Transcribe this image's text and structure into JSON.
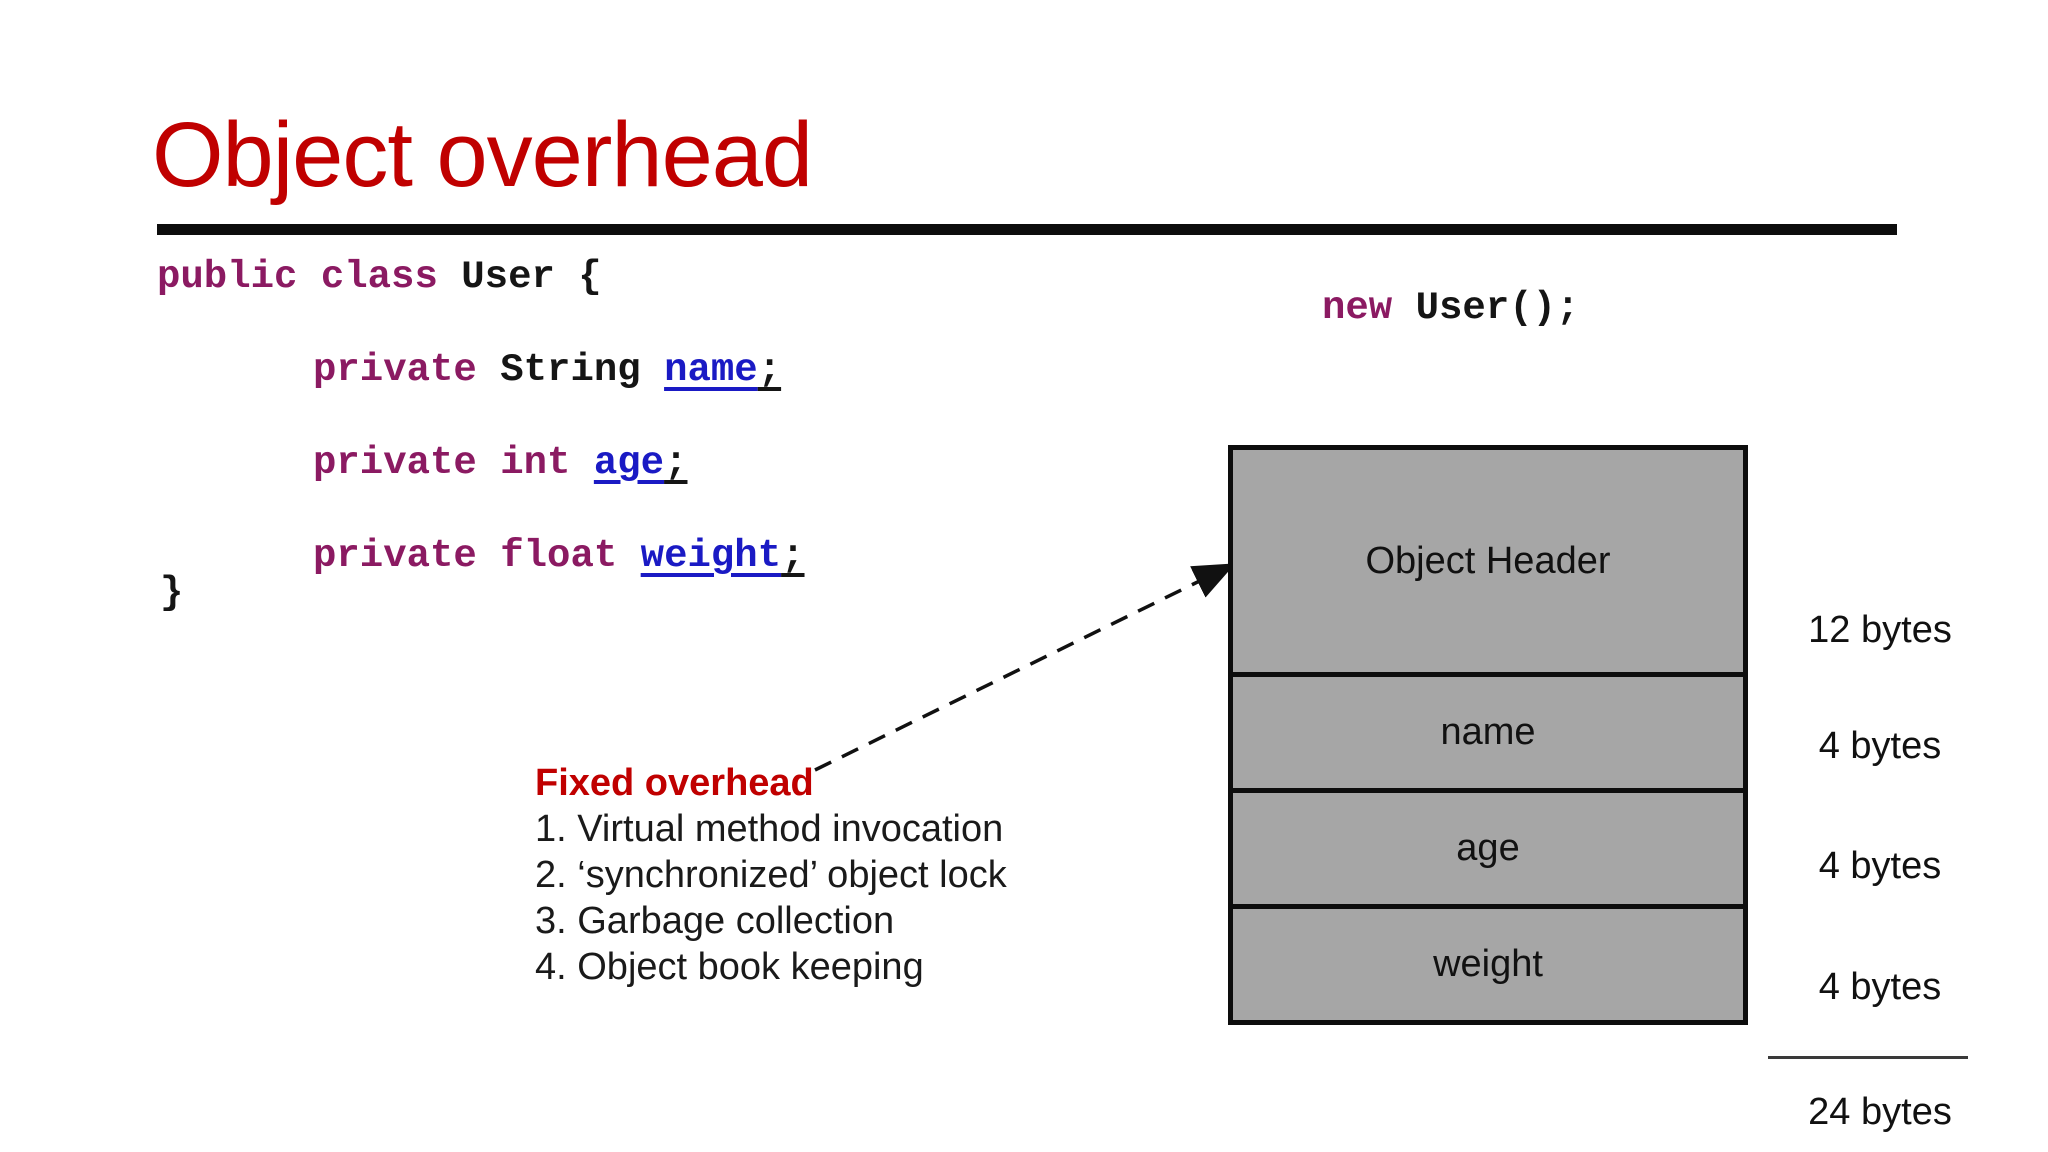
{
  "slide_title": "Object overhead",
  "colors": {
    "title_red": "#c00000",
    "keyword_purple": "#8b1a62",
    "field_blue": "#1a1ac4",
    "box_gray": "#a6a6a6",
    "text_black": "#151515"
  },
  "code": {
    "lines": [
      {
        "tokens": [
          {
            "t": "public",
            "c": "keyword"
          },
          {
            "t": " ",
            "c": "plain"
          },
          {
            "t": "class",
            "c": "keyword"
          },
          {
            "t": " User {",
            "c": "plain"
          }
        ]
      },
      {
        "tokens": [
          {
            "t": "private",
            "c": "keyword"
          },
          {
            "t": " String ",
            "c": "plain"
          },
          {
            "t": "name",
            "c": "field"
          },
          {
            "t": ";",
            "c": "semicolon"
          }
        ]
      },
      {
        "tokens": [
          {
            "t": "private",
            "c": "keyword"
          },
          {
            "t": " ",
            "c": "plain"
          },
          {
            "t": "int",
            "c": "keyword"
          },
          {
            "t": " ",
            "c": "plain"
          },
          {
            "t": "age",
            "c": "field"
          },
          {
            "t": ";",
            "c": "semicolon"
          }
        ]
      },
      {
        "tokens": [
          {
            "t": "private",
            "c": "keyword"
          },
          {
            "t": " ",
            "c": "plain"
          },
          {
            "t": "float",
            "c": "keyword"
          },
          {
            "t": " ",
            "c": "plain"
          },
          {
            "t": "weight",
            "c": "field"
          },
          {
            "t": ";",
            "c": "semicolon"
          }
        ]
      },
      {
        "tokens": [
          {
            "t": "}",
            "c": "plain"
          }
        ]
      }
    ]
  },
  "instantiation": {
    "tokens": [
      {
        "t": "new",
        "c": "keyword"
      },
      {
        "t": " User();",
        "c": "plain"
      }
    ]
  },
  "fixed_overhead": {
    "heading": "Fixed overhead",
    "items": [
      "1. Virtual method invocation",
      "2. ‘synchronized’ object lock",
      "3. Garbage collection",
      "4. Object book keeping"
    ]
  },
  "memory_diagram": {
    "rows": [
      {
        "label": "Object Header",
        "size": "12 bytes"
      },
      {
        "label": "name",
        "size": "4 bytes"
      },
      {
        "label": "age",
        "size": "4 bytes"
      },
      {
        "label": "weight",
        "size": "4 bytes"
      }
    ],
    "total": "24 bytes"
  }
}
